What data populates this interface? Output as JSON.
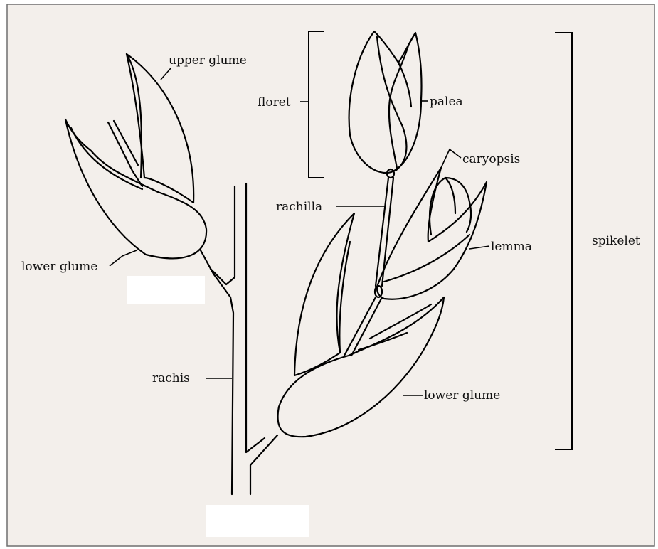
{
  "labels": {
    "upper_glume": "upper glume",
    "lower_glume_left": "lower glume",
    "floret": "floret",
    "palea": "palea",
    "caryopsis": "caryopsis",
    "rachilla": "rachilla",
    "lemma": "lemma",
    "spikelet": "spikelet",
    "rachis": "rachis",
    "lower_glume_right": "lower glume"
  },
  "colors": {
    "paper": "#f3efeb",
    "line": "#000000",
    "frame": "#6f6f6f"
  }
}
